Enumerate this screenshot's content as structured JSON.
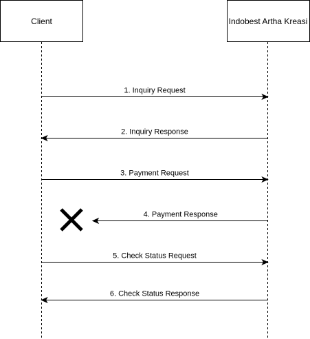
{
  "participants": {
    "client": {
      "label": "Client"
    },
    "server": {
      "label": "Indobest Artha Kreasi"
    }
  },
  "messages": [
    {
      "label": "1. Inquiry Request",
      "from": "client",
      "to": "server",
      "failed": false
    },
    {
      "label": "2. Inquiry Response",
      "from": "server",
      "to": "client",
      "failed": false
    },
    {
      "label": "3. Payment Request",
      "from": "client",
      "to": "server",
      "failed": false
    },
    {
      "label": "4. Payment Response",
      "from": "server",
      "to": "client",
      "failed": true
    },
    {
      "label": "5. Check Status Request",
      "from": "client",
      "to": "server",
      "failed": false
    },
    {
      "label": "6. Check Status Response",
      "from": "server",
      "to": "client",
      "failed": false
    }
  ],
  "icons": {
    "fail_marker": "cross-icon"
  },
  "colors": {
    "line": "#000000",
    "background": "#ffffff"
  }
}
